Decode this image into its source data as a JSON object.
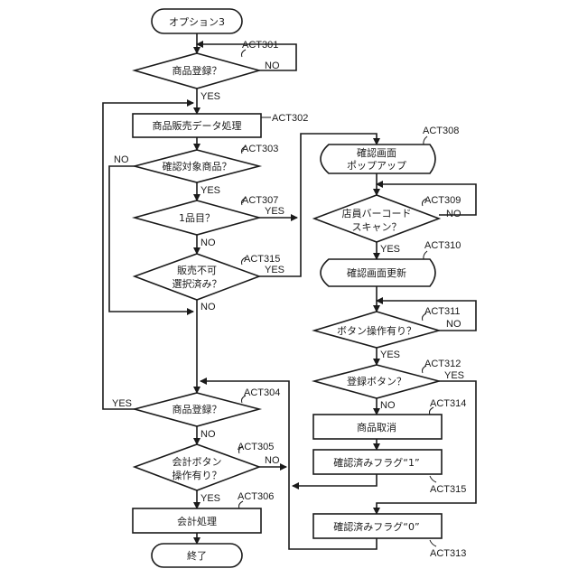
{
  "diagram": {
    "title": "オプション3",
    "nodes": {
      "start": {
        "text": "オプション3",
        "type": "terminal"
      },
      "act301": {
        "text": "商品登録？",
        "label": "ACT301",
        "type": "decision"
      },
      "act302": {
        "text": "商品販売データ処理",
        "label": "ACT302",
        "type": "process"
      },
      "act303": {
        "text": "確認対象商品？",
        "label": "ACT303",
        "type": "decision"
      },
      "act307": {
        "text": "1品目？",
        "label": "ACT307",
        "type": "decision"
      },
      "act315a": {
        "line1": "販売不可",
        "line2": "選択済み？",
        "label": "ACT315",
        "type": "decision"
      },
      "act304": {
        "text": "商品登録？",
        "label": "ACT304",
        "type": "decision"
      },
      "act305": {
        "line1": "会計ボタン",
        "line2": "操作有り？",
        "label": "ACT305",
        "type": "decision"
      },
      "act306": {
        "text": "会計処理",
        "label": "ACT306",
        "type": "process"
      },
      "end": {
        "text": "終了",
        "type": "terminal"
      },
      "act308": {
        "line1": "確認画面",
        "line2": "ポップアップ",
        "label": "ACT308",
        "type": "display"
      },
      "act309": {
        "line1": "店員バーコード",
        "line2": "スキャン？",
        "label": "ACT309",
        "type": "decision"
      },
      "act310": {
        "text": "確認画面更新",
        "label": "ACT310",
        "type": "display"
      },
      "act311": {
        "text": "ボタン操作有り？",
        "label": "ACT311",
        "type": "decision"
      },
      "act312": {
        "text": "登録ボタン？",
        "label": "ACT312",
        "type": "decision"
      },
      "act314": {
        "text": "商品取消",
        "label": "ACT314",
        "type": "process"
      },
      "act315b": {
        "text": "確認済みフラグ“1”",
        "label": "ACT315",
        "type": "process"
      },
      "act313": {
        "text": "確認済みフラグ“0”",
        "label": "ACT313",
        "type": "process"
      }
    },
    "edge_labels": {
      "act301_no": "NO",
      "act301_yes": "YES",
      "act303_no": "NO",
      "act303_yes": "YES",
      "act307_yes": "YES",
      "act307_no": "NO",
      "act315a_yes": "YES",
      "act315a_no": "NO",
      "act304_yes": "YES",
      "act304_no": "NO",
      "act305_no": "NO",
      "act305_yes": "YES",
      "act309_no": "NO",
      "act309_yes": "YES",
      "act311_no": "NO",
      "act311_yes": "YES",
      "act312_yes": "YES",
      "act312_no": "NO"
    }
  }
}
